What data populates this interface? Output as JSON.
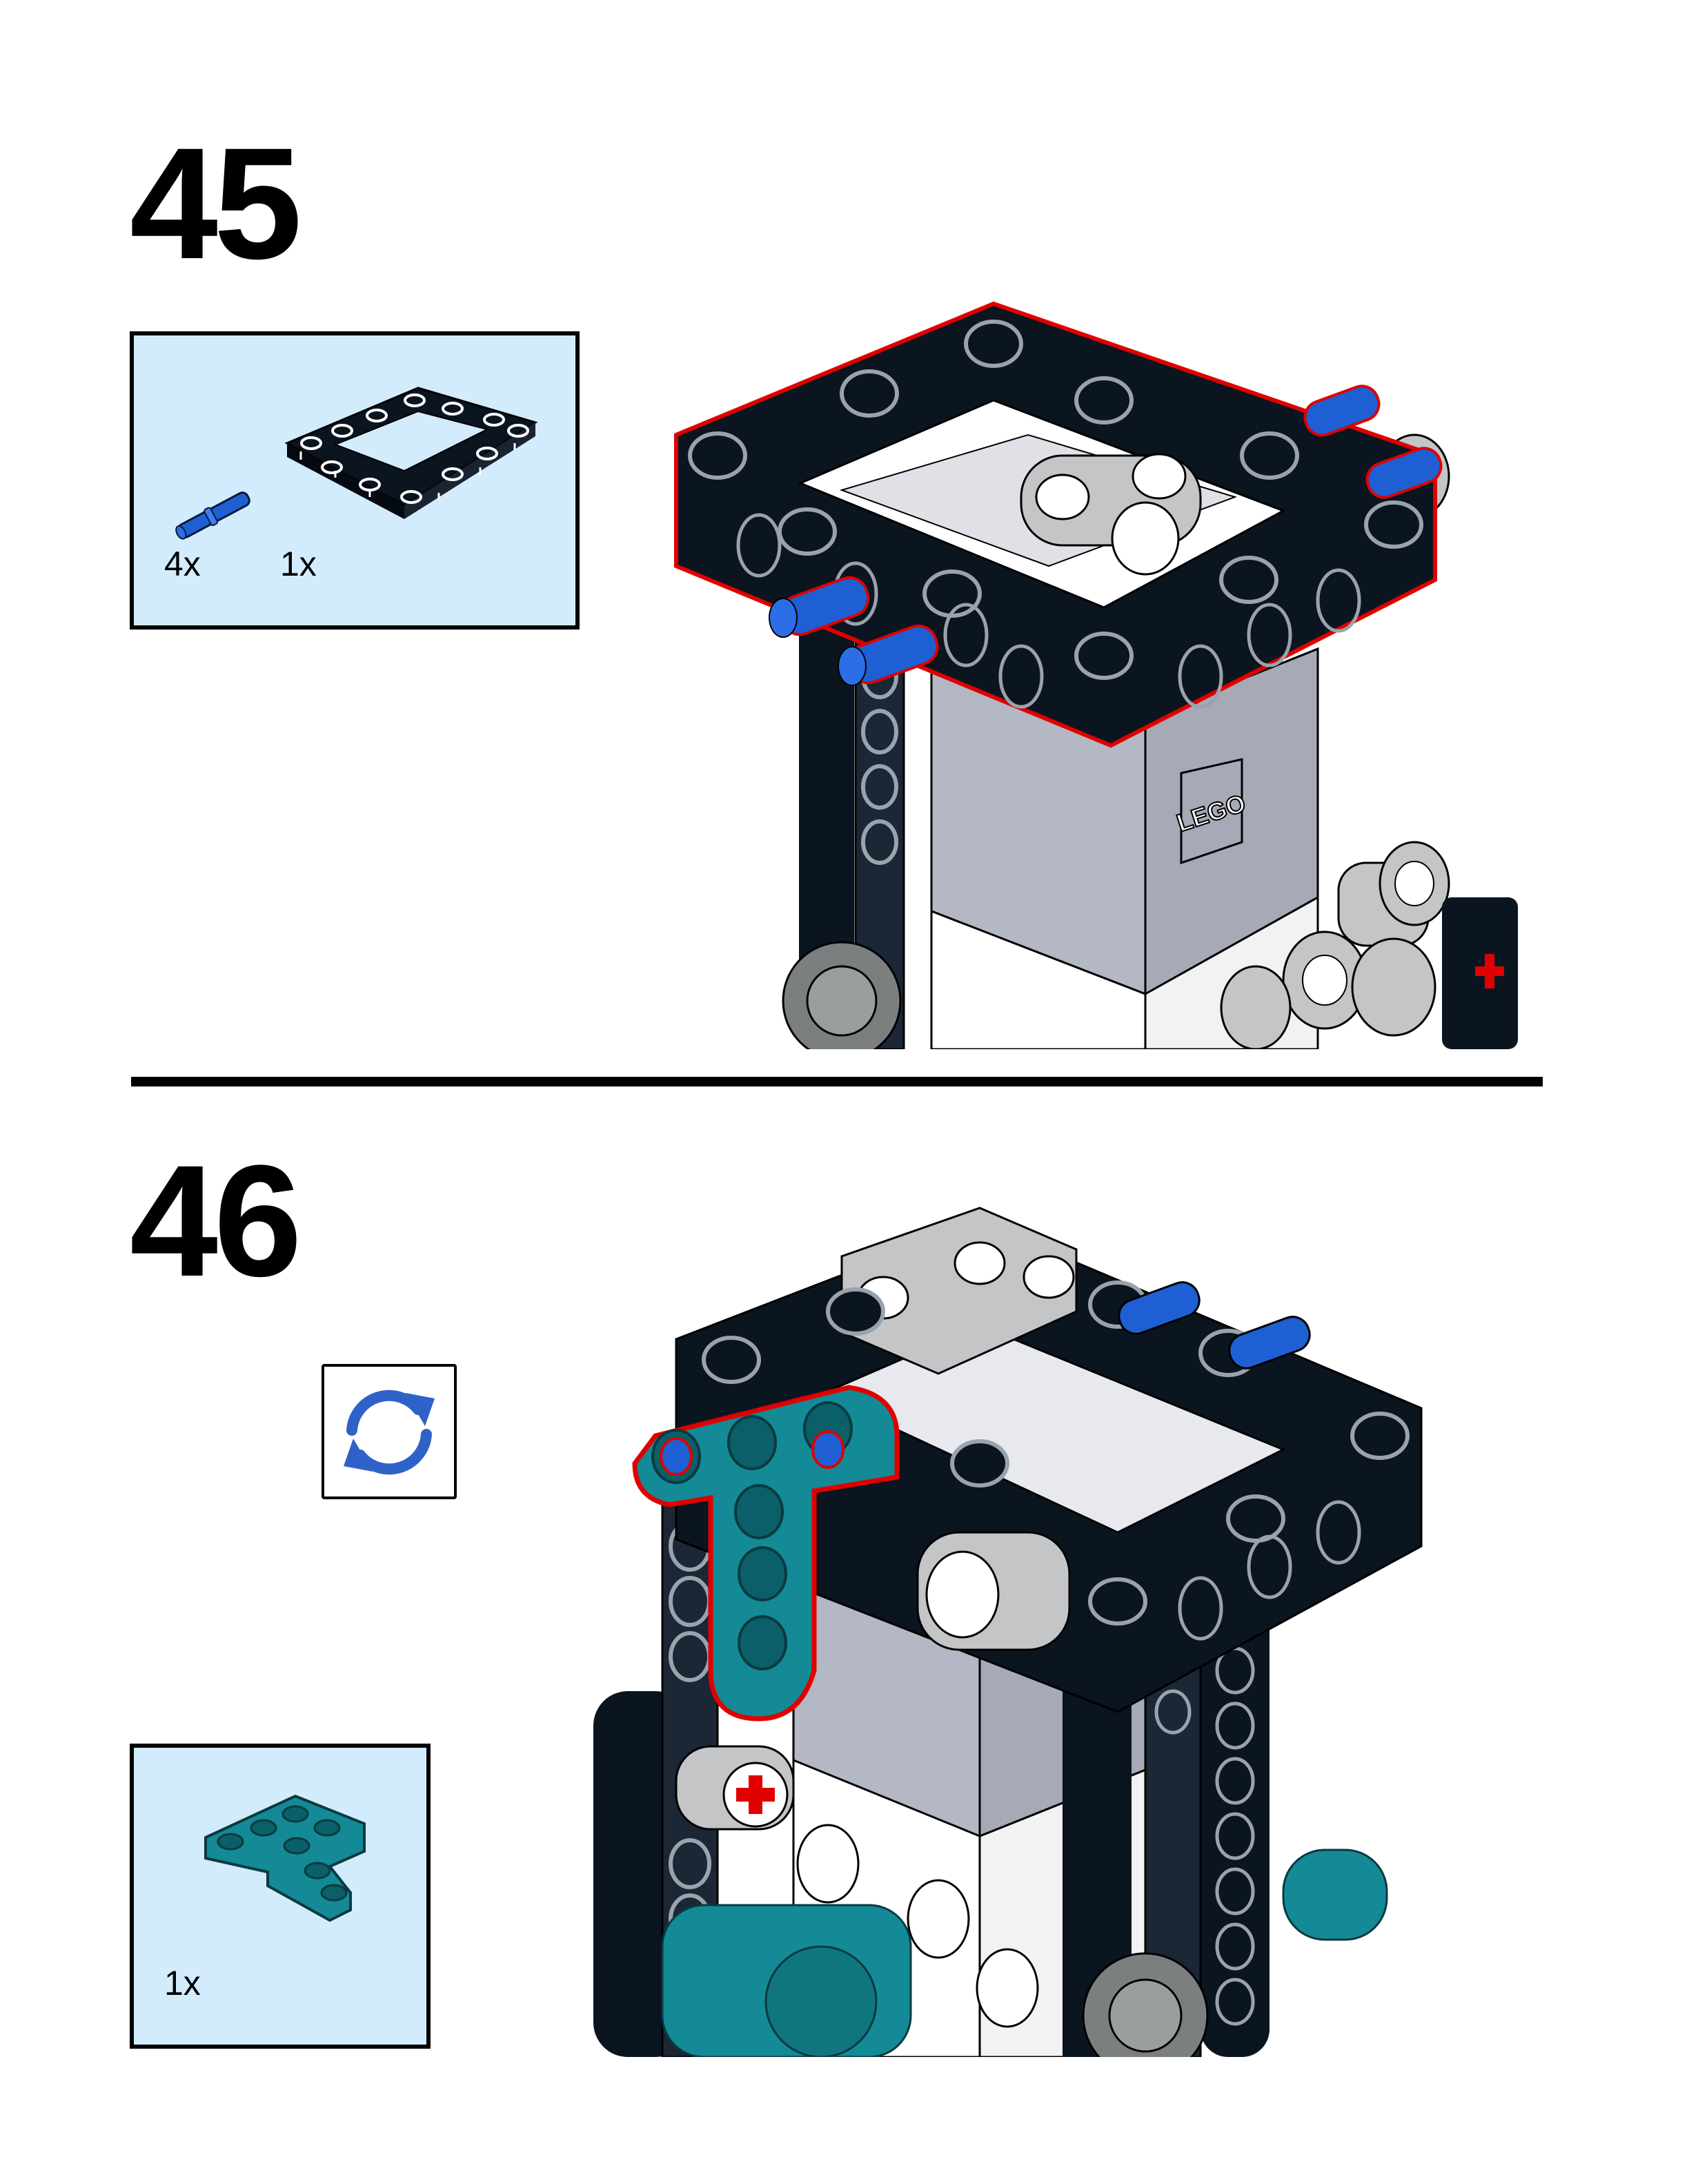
{
  "steps": [
    {
      "number": "45",
      "parts": [
        {
          "name": "blue-connector-pin",
          "quantity": "4x"
        },
        {
          "name": "black-5x7-open-frame",
          "quantity": "1x"
        }
      ]
    },
    {
      "number": "46",
      "rotate_icon": "rotate-model-icon",
      "parts": [
        {
          "name": "teal-t-beam-3x3",
          "quantity": "1x"
        }
      ]
    }
  ],
  "colors": {
    "callout_background": "#d3ecfd",
    "highlight": "#e00000",
    "frame": "#0b1520",
    "pin": "#1e5fd4",
    "teal": "#138a96",
    "gray": "#b4b7c4",
    "rotate_icon": "#2f62c9"
  }
}
